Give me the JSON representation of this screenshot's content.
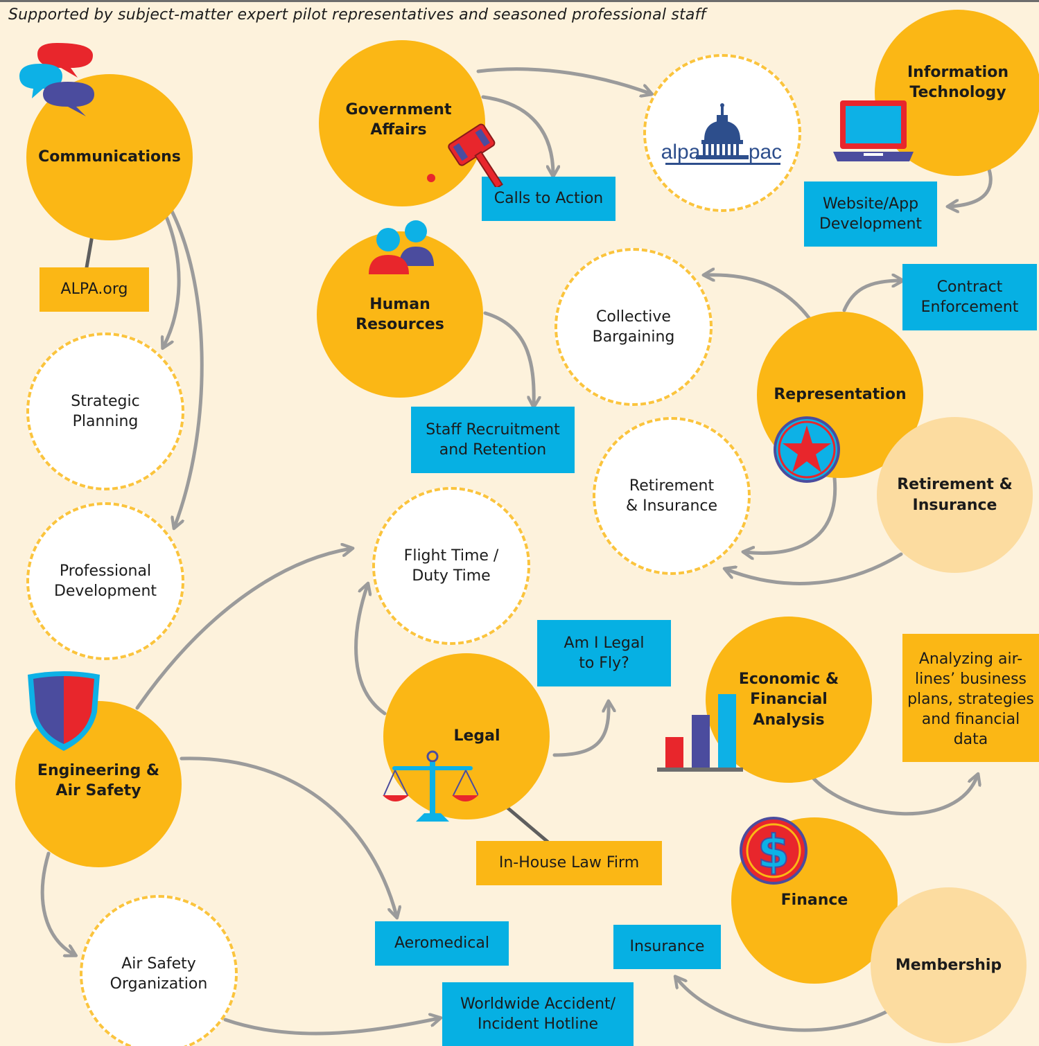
{
  "subtitle": "Supported by subject-matter expert pilot representatives and seasoned professional staff",
  "colors": {
    "background": "#fdf2dc",
    "department_circle": "#fbb715",
    "secondary_department_circle": "#fcdca0",
    "topic_circle_border": "#fbc43d",
    "blue_box": "#06b0e3",
    "gold_box": "#fbb715",
    "arrow": "#9b9b9b"
  },
  "departments": {
    "communications": "Communications",
    "government_affairs": "Government\nAffairs",
    "information_technology": "Information\nTechnology",
    "human_resources": "Human\nResources",
    "representation": "Representation",
    "retirement_insurance": "Retirement &\nInsurance",
    "engineering_air_safety": "Engineering &\nAir Safety",
    "legal": "Legal",
    "economic_financial_analysis": "Economic &\nFinancial\nAnalysis",
    "finance": "Finance",
    "membership": "Membership"
  },
  "topics": {
    "strategic_planning": "Strategic\nPlanning",
    "professional_development": "Professional\nDevelopment",
    "collective_bargaining": "Collective\nBargaining",
    "retirement_insurance": "Retirement\n& Insurance",
    "flight_time_duty_time": "Flight Time /\nDuty Time",
    "air_safety_organization": "Air Safety\nOrganization"
  },
  "alpa_pac_logo": {
    "left": "alpa",
    "right": "pac"
  },
  "boxes": {
    "alpa_org": "ALPA.org",
    "calls_to_action": "Calls to Action",
    "website_app_development": "Website/App\nDevelopment",
    "contract_enforcement": "Contract\nEnforcement",
    "staff_recruitment_retention": "Staff Recruitment\nand Retention",
    "am_i_legal": "Am I Legal\nto Fly?",
    "analyzing_airlines": "Analyzing air-\nlines’ business\nplans, strategies\nand financial\ndata",
    "in_house_law_firm": "In-House Law Firm",
    "aeromedical": "Aeromedical",
    "insurance": "Insurance",
    "worldwide_hotline": "Worldwide Accident/\nIncident Hotline"
  },
  "icons": [
    "speech-bubbles-icon",
    "gavel-icon",
    "capitol-dome-icon",
    "laptop-icon",
    "people-icon",
    "star-badge-icon",
    "shield-icon",
    "scales-icon",
    "bar-chart-icon",
    "dollar-coin-icon"
  ]
}
